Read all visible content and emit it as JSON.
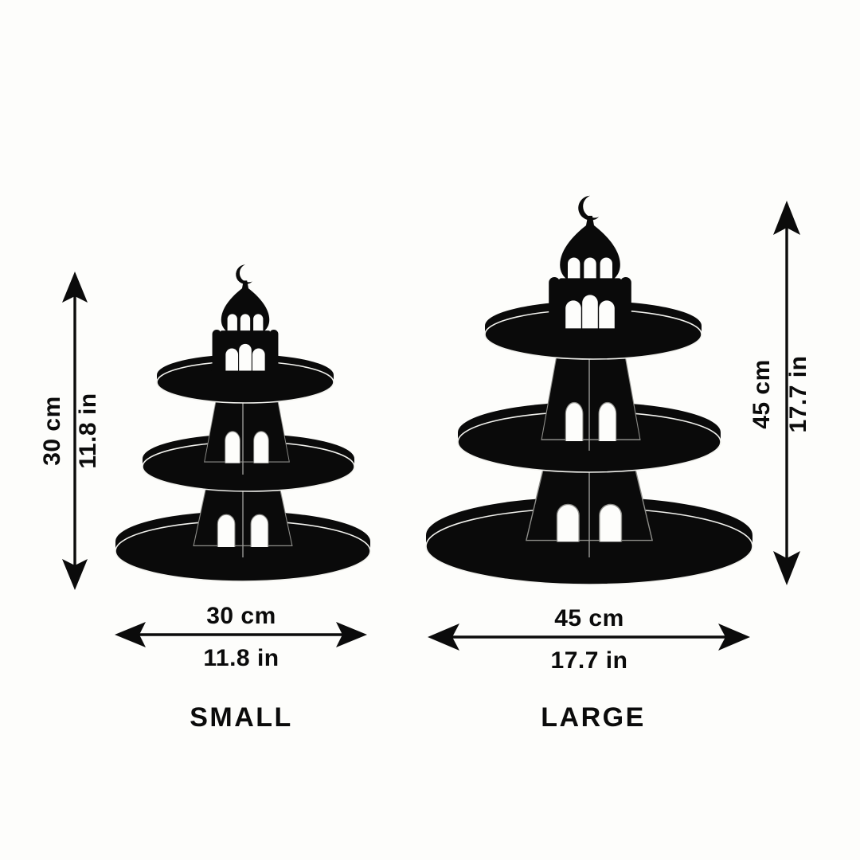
{
  "background_color": "#fdfdfb",
  "ink_color": "#0a0a0a",
  "products": [
    {
      "id": "small",
      "label": "SMALL",
      "height_cm": "30 cm",
      "height_in": "11.8 in",
      "width_cm": "30 cm",
      "width_in": "11.8 in",
      "tiers": 3,
      "topper": "mosque-dome-with-crescent"
    },
    {
      "id": "large",
      "label": "LARGE",
      "height_cm": "45 cm",
      "height_in": "17.7 in",
      "width_cm": "45 cm",
      "width_in": "17.7 in",
      "tiers": 3,
      "topper": "mosque-dome-with-crescent"
    }
  ],
  "chart_data": {
    "type": "table",
    "title": "",
    "categories": [
      "SMALL",
      "LARGE"
    ],
    "series": [
      {
        "name": "Height (cm)",
        "values": [
          30,
          45
        ]
      },
      {
        "name": "Height (in)",
        "values": [
          11.8,
          17.7
        ]
      },
      {
        "name": "Diameter (cm)",
        "values": [
          30,
          45
        ]
      },
      {
        "name": "Diameter (in)",
        "values": [
          11.8,
          17.7
        ]
      }
    ],
    "xlabel": "",
    "ylabel": ""
  }
}
